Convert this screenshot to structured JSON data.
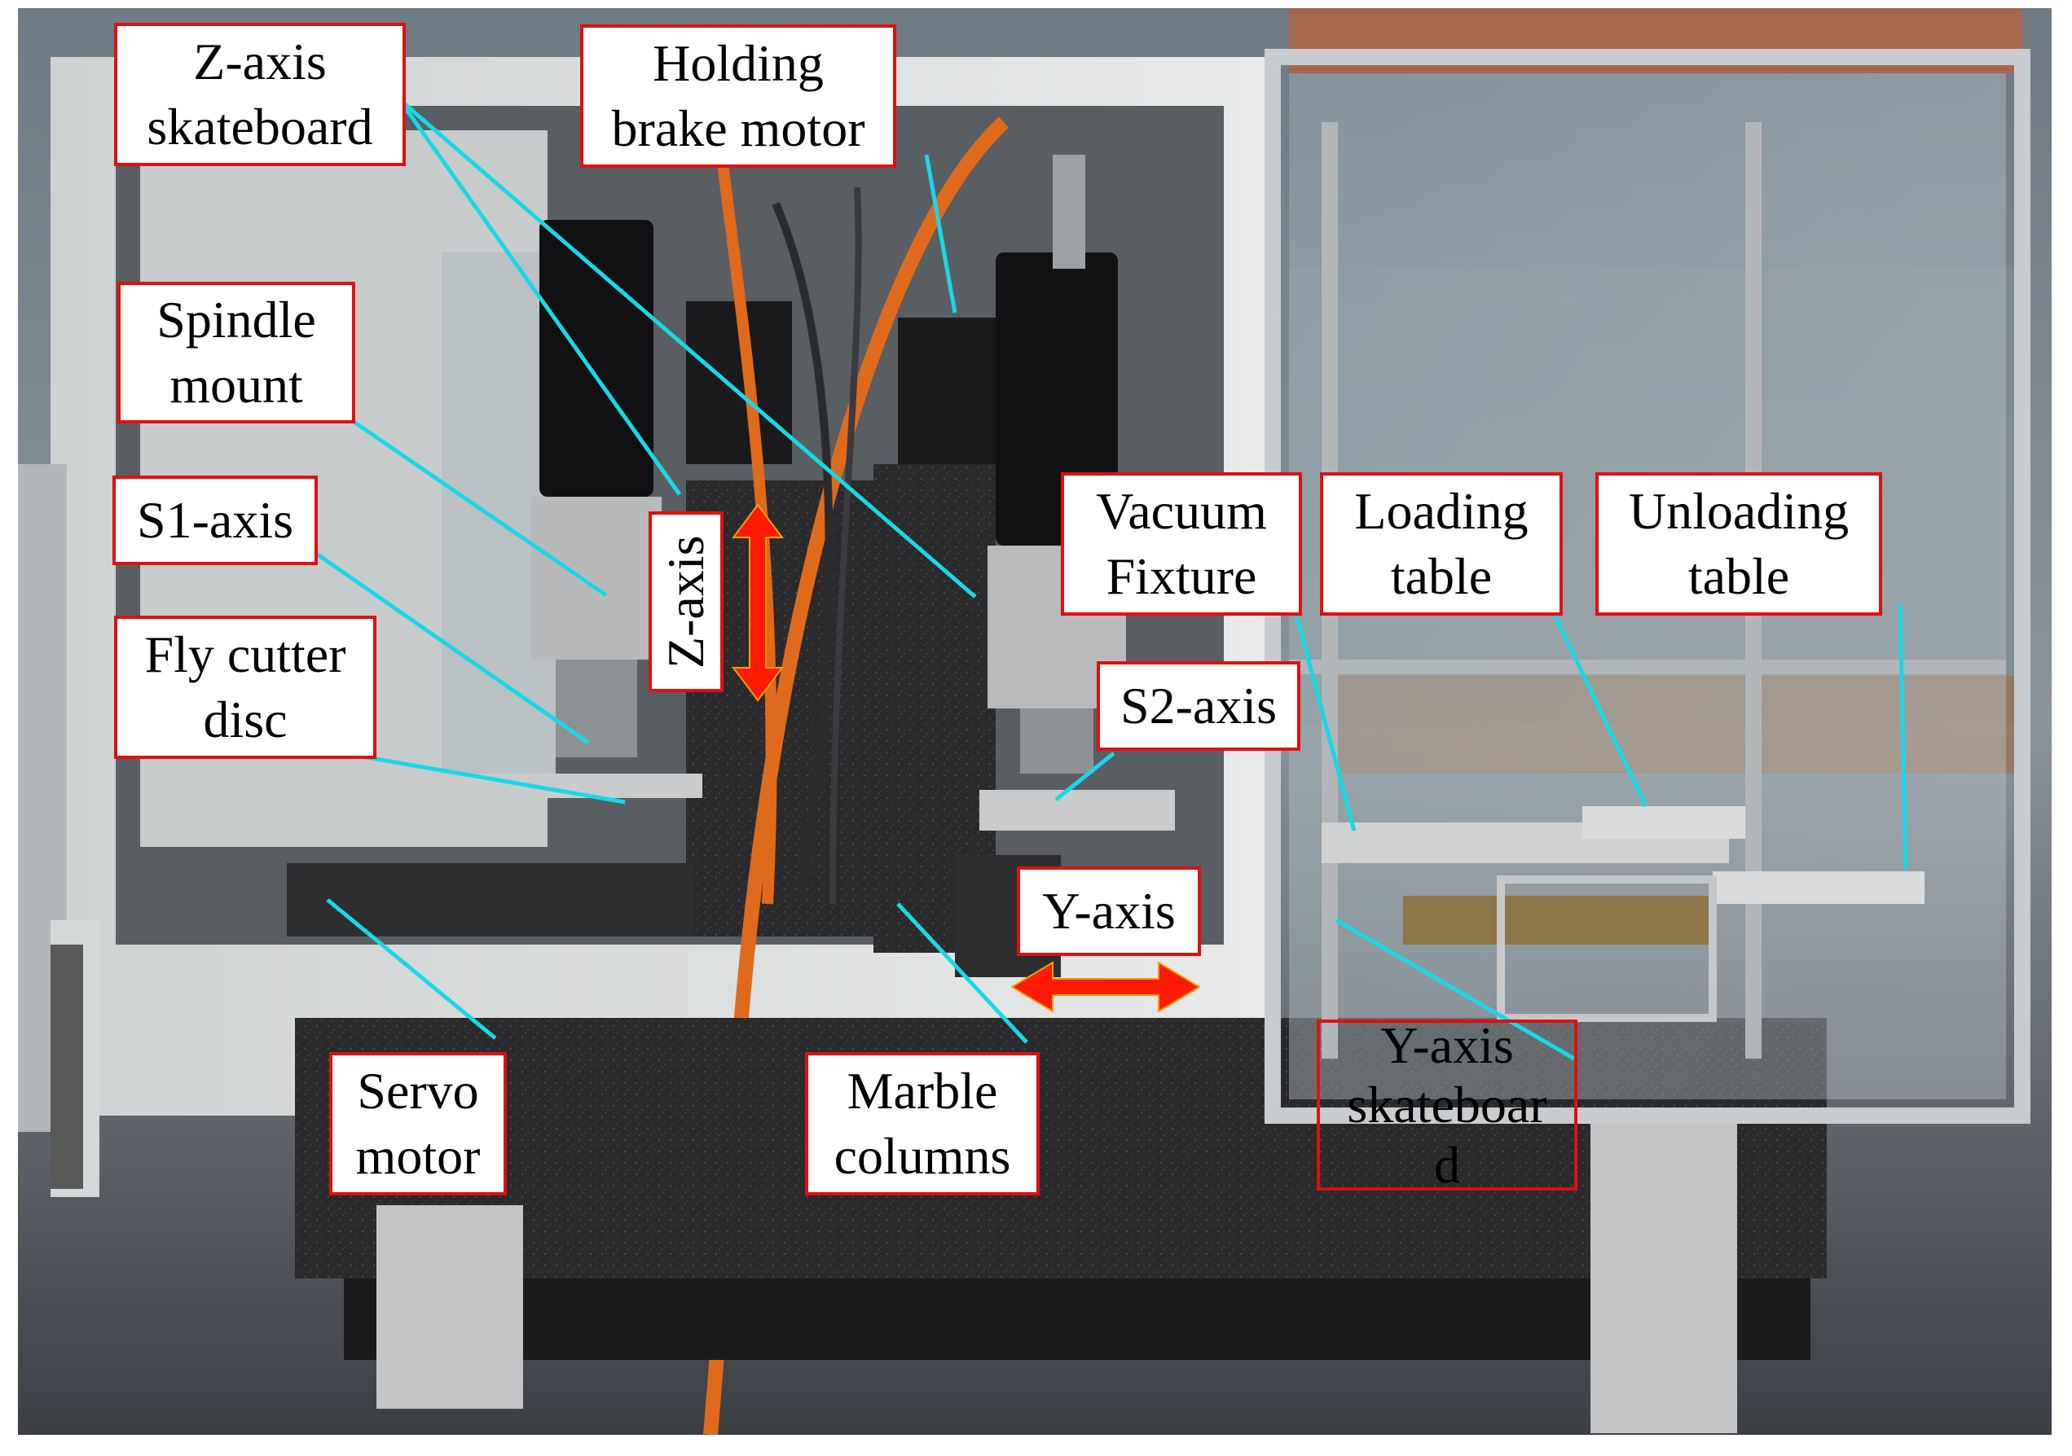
{
  "image": {
    "description_colors": {
      "label_border": "#e01010",
      "label_fill": "#ffffff",
      "leader_line": "#18d8e8",
      "arrow": "#ff1a00"
    }
  },
  "labels": {
    "z_axis_skateboard": "Z-axis\nskateboard",
    "holding_brake_motor": "Holding\nbrake motor",
    "spindle_mount": "Spindle\nmount",
    "s1_axis": "S1-axis",
    "fly_cutter_disc": "Fly cutter\ndisc",
    "z_axis": "Z-axis",
    "vacuum_fixture": "Vacuum\nFixture",
    "loading_table": "Loading\ntable",
    "unloading_table": "Unloading\ntable",
    "s2_axis": "S2-axis",
    "y_axis": "Y-axis",
    "servo_motor": "Servo\nmotor",
    "marble_columns": "Marble\ncolumns",
    "y_axis_skateboard": "Y-axis\nskateboar\nd"
  }
}
